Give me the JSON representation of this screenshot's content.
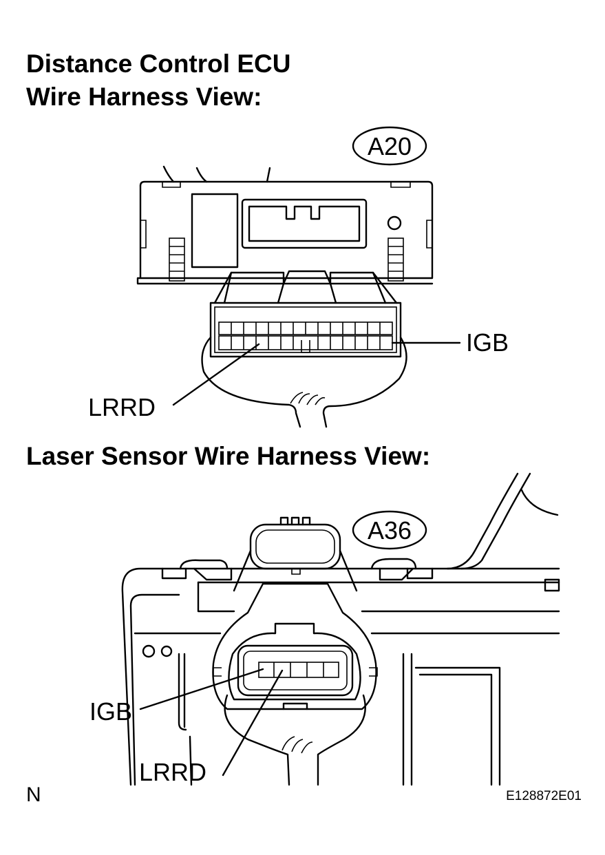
{
  "headings": {
    "ecu_title": "Distance Control ECU",
    "ecu_view": "Wire Harness View:",
    "sensor_view": "Laser Sensor Wire Harness View:"
  },
  "connectors": {
    "ecu": {
      "tag": "A20",
      "pins": {
        "igb": "IGB",
        "lrrd": "LRRD"
      }
    },
    "sensor": {
      "tag": "A36",
      "pins": {
        "igb": "IGB",
        "lrrd": "LRRD"
      }
    }
  },
  "footer": {
    "corner_letter": "N",
    "figure_code": "E128872E01"
  }
}
